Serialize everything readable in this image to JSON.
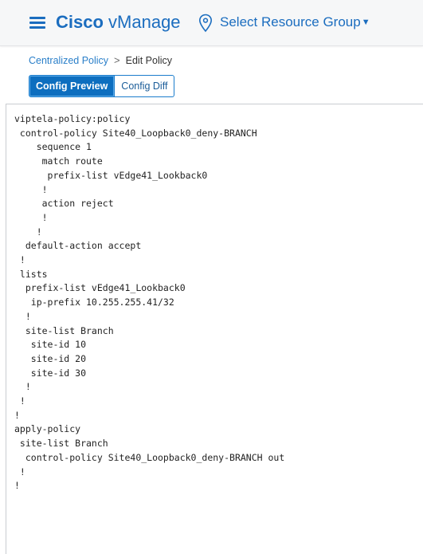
{
  "header": {
    "brand_strong": "Cisco",
    "brand_light": " vManage",
    "resource_group": "Select Resource Group",
    "menu_icon": "hamburger-menu-icon",
    "location_icon": "map-pin-icon",
    "caret_icon": "caret-down-icon"
  },
  "breadcrumb": {
    "parent": "Centralized Policy",
    "current": "Edit Policy"
  },
  "tabs": [
    {
      "label": "Config Preview",
      "active": true
    },
    {
      "label": "Config Diff",
      "active": false
    }
  ],
  "colors": {
    "accent": "#1b6dbf",
    "tab_active_bg": "#0d6ebf",
    "header_bg": "#f6f7f8"
  },
  "config_text": "viptela-policy:policy\n control-policy Site40_Loopback0_deny-BRANCH\n    sequence 1\n     match route\n      prefix-list vEdge41_Lookback0\n     !\n     action reject\n     !\n    !\n  default-action accept\n !\n lists\n  prefix-list vEdge41_Lookback0\n   ip-prefix 10.255.255.41/32\n  !\n  site-list Branch\n   site-id 10\n   site-id 20\n   site-id 30\n  !\n !\n!\napply-policy\n site-list Branch\n  control-policy Site40_Loopback0_deny-BRANCH out\n !\n!"
}
